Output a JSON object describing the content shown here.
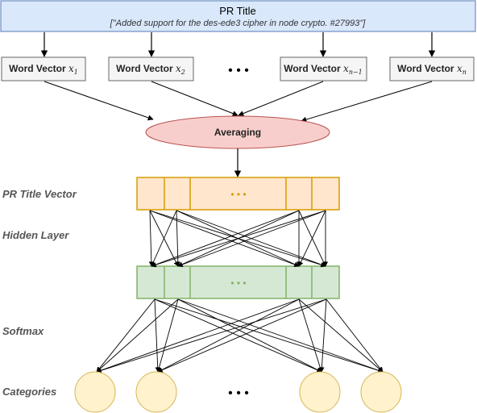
{
  "header": {
    "title": "PR Title",
    "subtitle": "[\"Added support for the des-ede3 cipher in node crypto. #27993\"]"
  },
  "word_vectors": [
    {
      "label": "Word Vector",
      "var": "x",
      "sub": "1"
    },
    {
      "label": "Word Vector",
      "var": "x",
      "sub": "2"
    },
    {
      "label": "Word Vector",
      "var": "x",
      "sub": "n−1"
    },
    {
      "label": "Word Vector",
      "var": "x",
      "sub": "n"
    }
  ],
  "ellipsis": "• • •",
  "averaging": {
    "label": "Averaging"
  },
  "side_labels": {
    "pr_title_vector": "PR Title Vector",
    "hidden_layer": "Hidden Layer",
    "softmax": "Softmax",
    "categories": "Categories"
  },
  "colors": {
    "header_fill": "#dae8fc",
    "header_stroke": "#6c8ebf",
    "word_fill": "#f5f5f5",
    "word_stroke": "#666666",
    "averaging_fill": "#f8cecc",
    "averaging_stroke": "#b85450",
    "orange_fill": "#ffe6cc",
    "orange_stroke": "#d79b00",
    "green_fill": "#d5e8d4",
    "green_stroke": "#82b366",
    "category_fill": "#fff2cc",
    "category_stroke": "#d6b656"
  }
}
